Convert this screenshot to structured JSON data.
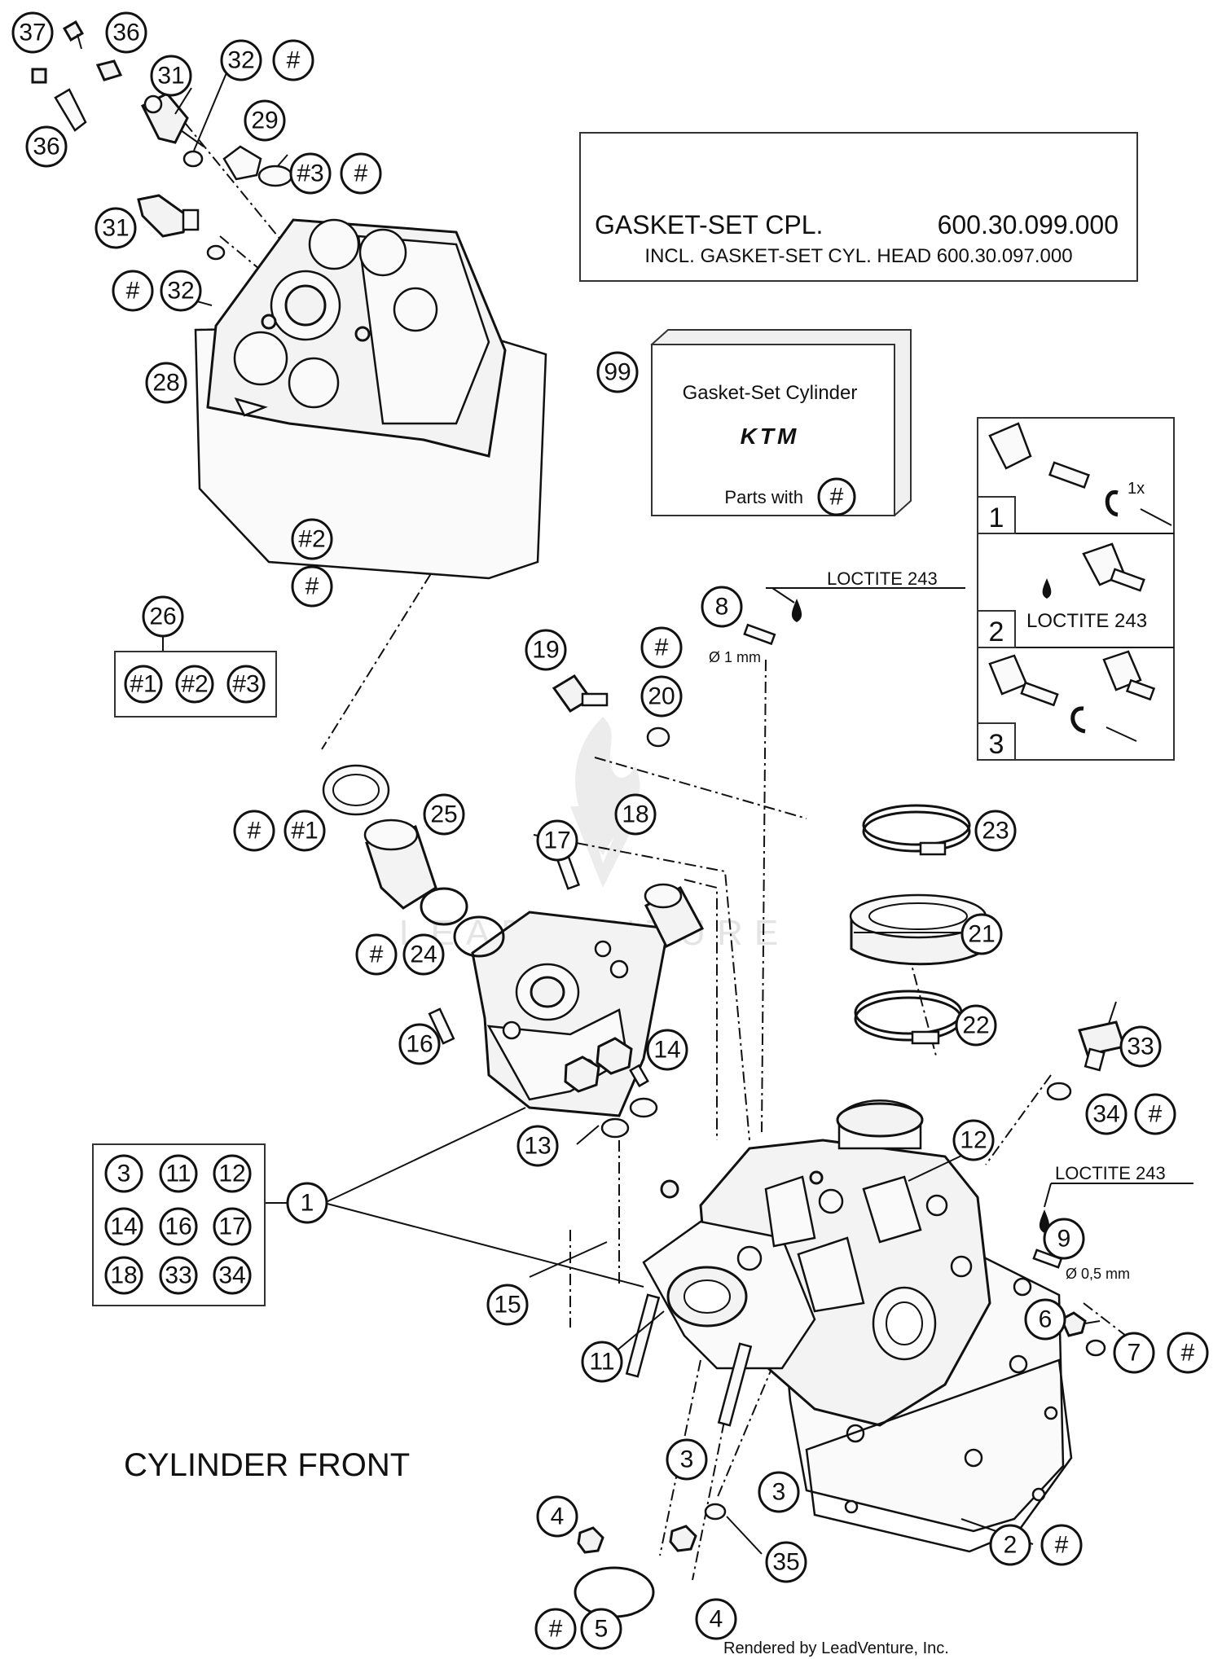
{
  "gasket_box": {
    "line1_label": "GASKET-SET CPL.",
    "line1_number": "600.30.099.000",
    "line2": "INCL. GASKET-SET CYL. HEAD 600.30.097.000"
  },
  "kit_box": {
    "callout": "99",
    "title": "Gasket-Set Cylinder",
    "logo": "KTM",
    "parts_with_label": "Parts with",
    "parts_with_symbol": "#"
  },
  "group_26": {
    "callout": "26",
    "items": [
      "#1",
      "#2",
      "#3"
    ]
  },
  "group_1": {
    "callout": "1",
    "items": [
      "3",
      "11",
      "12",
      "14",
      "16",
      "17",
      "18",
      "33",
      "34"
    ]
  },
  "procedure": [
    {
      "step": "1",
      "note": "1x"
    },
    {
      "step": "2",
      "note": "LOCTITE 243"
    },
    {
      "step": "3",
      "note": ""
    }
  ],
  "annotations": {
    "loctite_8": "LOCTITE 243",
    "diameter_8": "Ø 1 mm",
    "loctite_9": "LOCTITE 243",
    "diameter_9": "Ø 0,5 mm"
  },
  "callouts": [
    {
      "id": "c37",
      "label": "37"
    },
    {
      "id": "c36a",
      "label": "36"
    },
    {
      "id": "c36b",
      "label": "36"
    },
    {
      "id": "c31a",
      "label": "31"
    },
    {
      "id": "c32a",
      "label": "32"
    },
    {
      "id": "h32a",
      "label": "#"
    },
    {
      "id": "c29",
      "label": "29"
    },
    {
      "id": "c3x",
      "label": "#3"
    },
    {
      "id": "h3x",
      "label": "#"
    },
    {
      "id": "c31b",
      "label": "31"
    },
    {
      "id": "h32b",
      "label": "#"
    },
    {
      "id": "c32b",
      "label": "32"
    },
    {
      "id": "c28",
      "label": "28"
    },
    {
      "id": "c2x",
      "label": "#2"
    },
    {
      "id": "h2x",
      "label": "#"
    },
    {
      "id": "c8",
      "label": "8"
    },
    {
      "id": "c19",
      "label": "19"
    },
    {
      "id": "h20",
      "label": "#"
    },
    {
      "id": "c20",
      "label": "20"
    },
    {
      "id": "h1x",
      "label": "#"
    },
    {
      "id": "c1x",
      "label": "#1"
    },
    {
      "id": "c25",
      "label": "25"
    },
    {
      "id": "c18",
      "label": "18"
    },
    {
      "id": "c17",
      "label": "17"
    },
    {
      "id": "c23",
      "label": "23"
    },
    {
      "id": "h24",
      "label": "#"
    },
    {
      "id": "c24",
      "label": "24"
    },
    {
      "id": "c21",
      "label": "21"
    },
    {
      "id": "c22",
      "label": "22"
    },
    {
      "id": "c16",
      "label": "16"
    },
    {
      "id": "c14",
      "label": "14"
    },
    {
      "id": "c33",
      "label": "33"
    },
    {
      "id": "c34",
      "label": "34"
    },
    {
      "id": "h34",
      "label": "#"
    },
    {
      "id": "c12",
      "label": "12"
    },
    {
      "id": "c13",
      "label": "13"
    },
    {
      "id": "c9",
      "label": "9"
    },
    {
      "id": "c15",
      "label": "15"
    },
    {
      "id": "c6",
      "label": "6"
    },
    {
      "id": "c7",
      "label": "7"
    },
    {
      "id": "h7",
      "label": "#"
    },
    {
      "id": "c11",
      "label": "11"
    },
    {
      "id": "c3a",
      "label": "3"
    },
    {
      "id": "c3b",
      "label": "3"
    },
    {
      "id": "c4a",
      "label": "4"
    },
    {
      "id": "c2",
      "label": "2"
    },
    {
      "id": "h2",
      "label": "#"
    },
    {
      "id": "c35",
      "label": "35"
    },
    {
      "id": "h5",
      "label": "#"
    },
    {
      "id": "c5",
      "label": "5"
    },
    {
      "id": "c4b",
      "label": "4"
    }
  ],
  "caption": "CYLINDER FRONT",
  "watermark": "LEADVENTURE",
  "credit": "Rendered by LeadVenture, Inc."
}
